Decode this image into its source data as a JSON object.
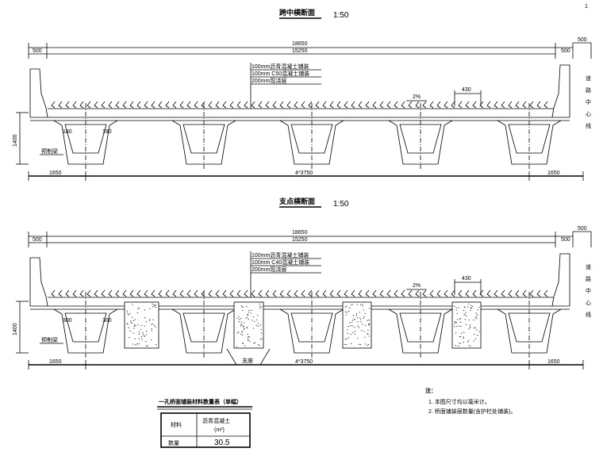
{
  "page_number": "1",
  "sections": [
    {
      "title": "跨中横断面",
      "scale": "1:50",
      "dim_total": "18650",
      "dim_deck": "15250",
      "dim_left_railing": "500",
      "dim_right_railing": "500",
      "dim_right_outer": "500",
      "dim_height": "1400",
      "dim_left_overhang": "1650",
      "dim_girders": "4*3750",
      "dim_right_overhang": "1650",
      "dim_gap": "430",
      "slope": "2%",
      "layers": [
        "100mm沥青混凝土铺装",
        "100mm C50混凝土铺装",
        "200mm现浇层"
      ],
      "web_dims": [
        "180",
        "180"
      ],
      "girder_label": "预制梁",
      "side_label": "道路中心线"
    },
    {
      "title": "支点横断面",
      "scale": "1:50",
      "dim_total": "18650",
      "dim_deck": "15250",
      "dim_left_railing": "500",
      "dim_right_railing": "500",
      "dim_right_outer": "500",
      "dim_height": "1400",
      "dim_left_overhang": "1650",
      "dim_girders": "4*3750",
      "dim_right_overhang": "1650",
      "dim_gap": "430",
      "slope": "2%",
      "layers": [
        "100mm沥青混凝土铺装",
        "100mm C40混凝土铺装",
        "200mm现浇层"
      ],
      "web_dims": [
        "300",
        "300"
      ],
      "girder_label": "预制梁",
      "bearing_label": "支座",
      "side_label": "道路中心线"
    }
  ],
  "table": {
    "title": "一孔桥面铺装材料数量表（单幅）",
    "headers": [
      "材料",
      "沥青混凝土",
      "(m³)"
    ],
    "row_label": "数量",
    "row_value": "30.5"
  },
  "notes": {
    "heading": "注：",
    "items": [
      "1.  本图尺寸均以毫米计。",
      "2.  桥面铺装层数量(含护栏处铺装)。"
    ]
  }
}
